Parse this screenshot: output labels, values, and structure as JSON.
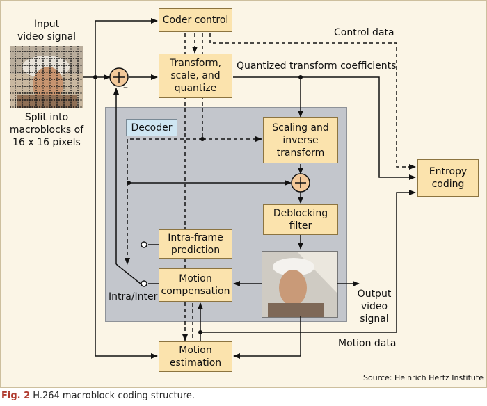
{
  "diagram": {
    "input_label": "Input\nvideo signal",
    "split_label": "Split into\nmacroblocks of\n16 x 16 pixels",
    "coder_control": "Coder control",
    "transform_block": "Transform,\nscale, and\nquantize",
    "control_data": "Control data",
    "quantized_coefficients": "Quantized transform coefficients",
    "decoder_label": "Decoder",
    "scaling_block": "Scaling and\ninverse\ntransform",
    "entropy_block": "Entropy\ncoding",
    "deblocking_block": "Deblocking\nfilter",
    "intra_prediction_block": "Intra-frame\nprediction",
    "motion_comp_block": "Motion\ncompensation",
    "intra_inter_label": "Intra/Inter",
    "output_label": "Output\nvideo\nsignal",
    "motion_data": "Motion data",
    "motion_estimation_block": "Motion\nestimation",
    "minus_sign": "–",
    "source": "Source: Heinrich Hertz Institute"
  },
  "caption": {
    "fig_label": "Fig. 2",
    "text": "H.264 macroblock coding structure."
  },
  "colors": {
    "panel_background": "#fbf5e6",
    "block_fill": "#fbe3ad",
    "decoder_region": "#c3c6cc",
    "decoder_tag": "#cfe6f2",
    "caption_accent": "#b03a2e"
  }
}
